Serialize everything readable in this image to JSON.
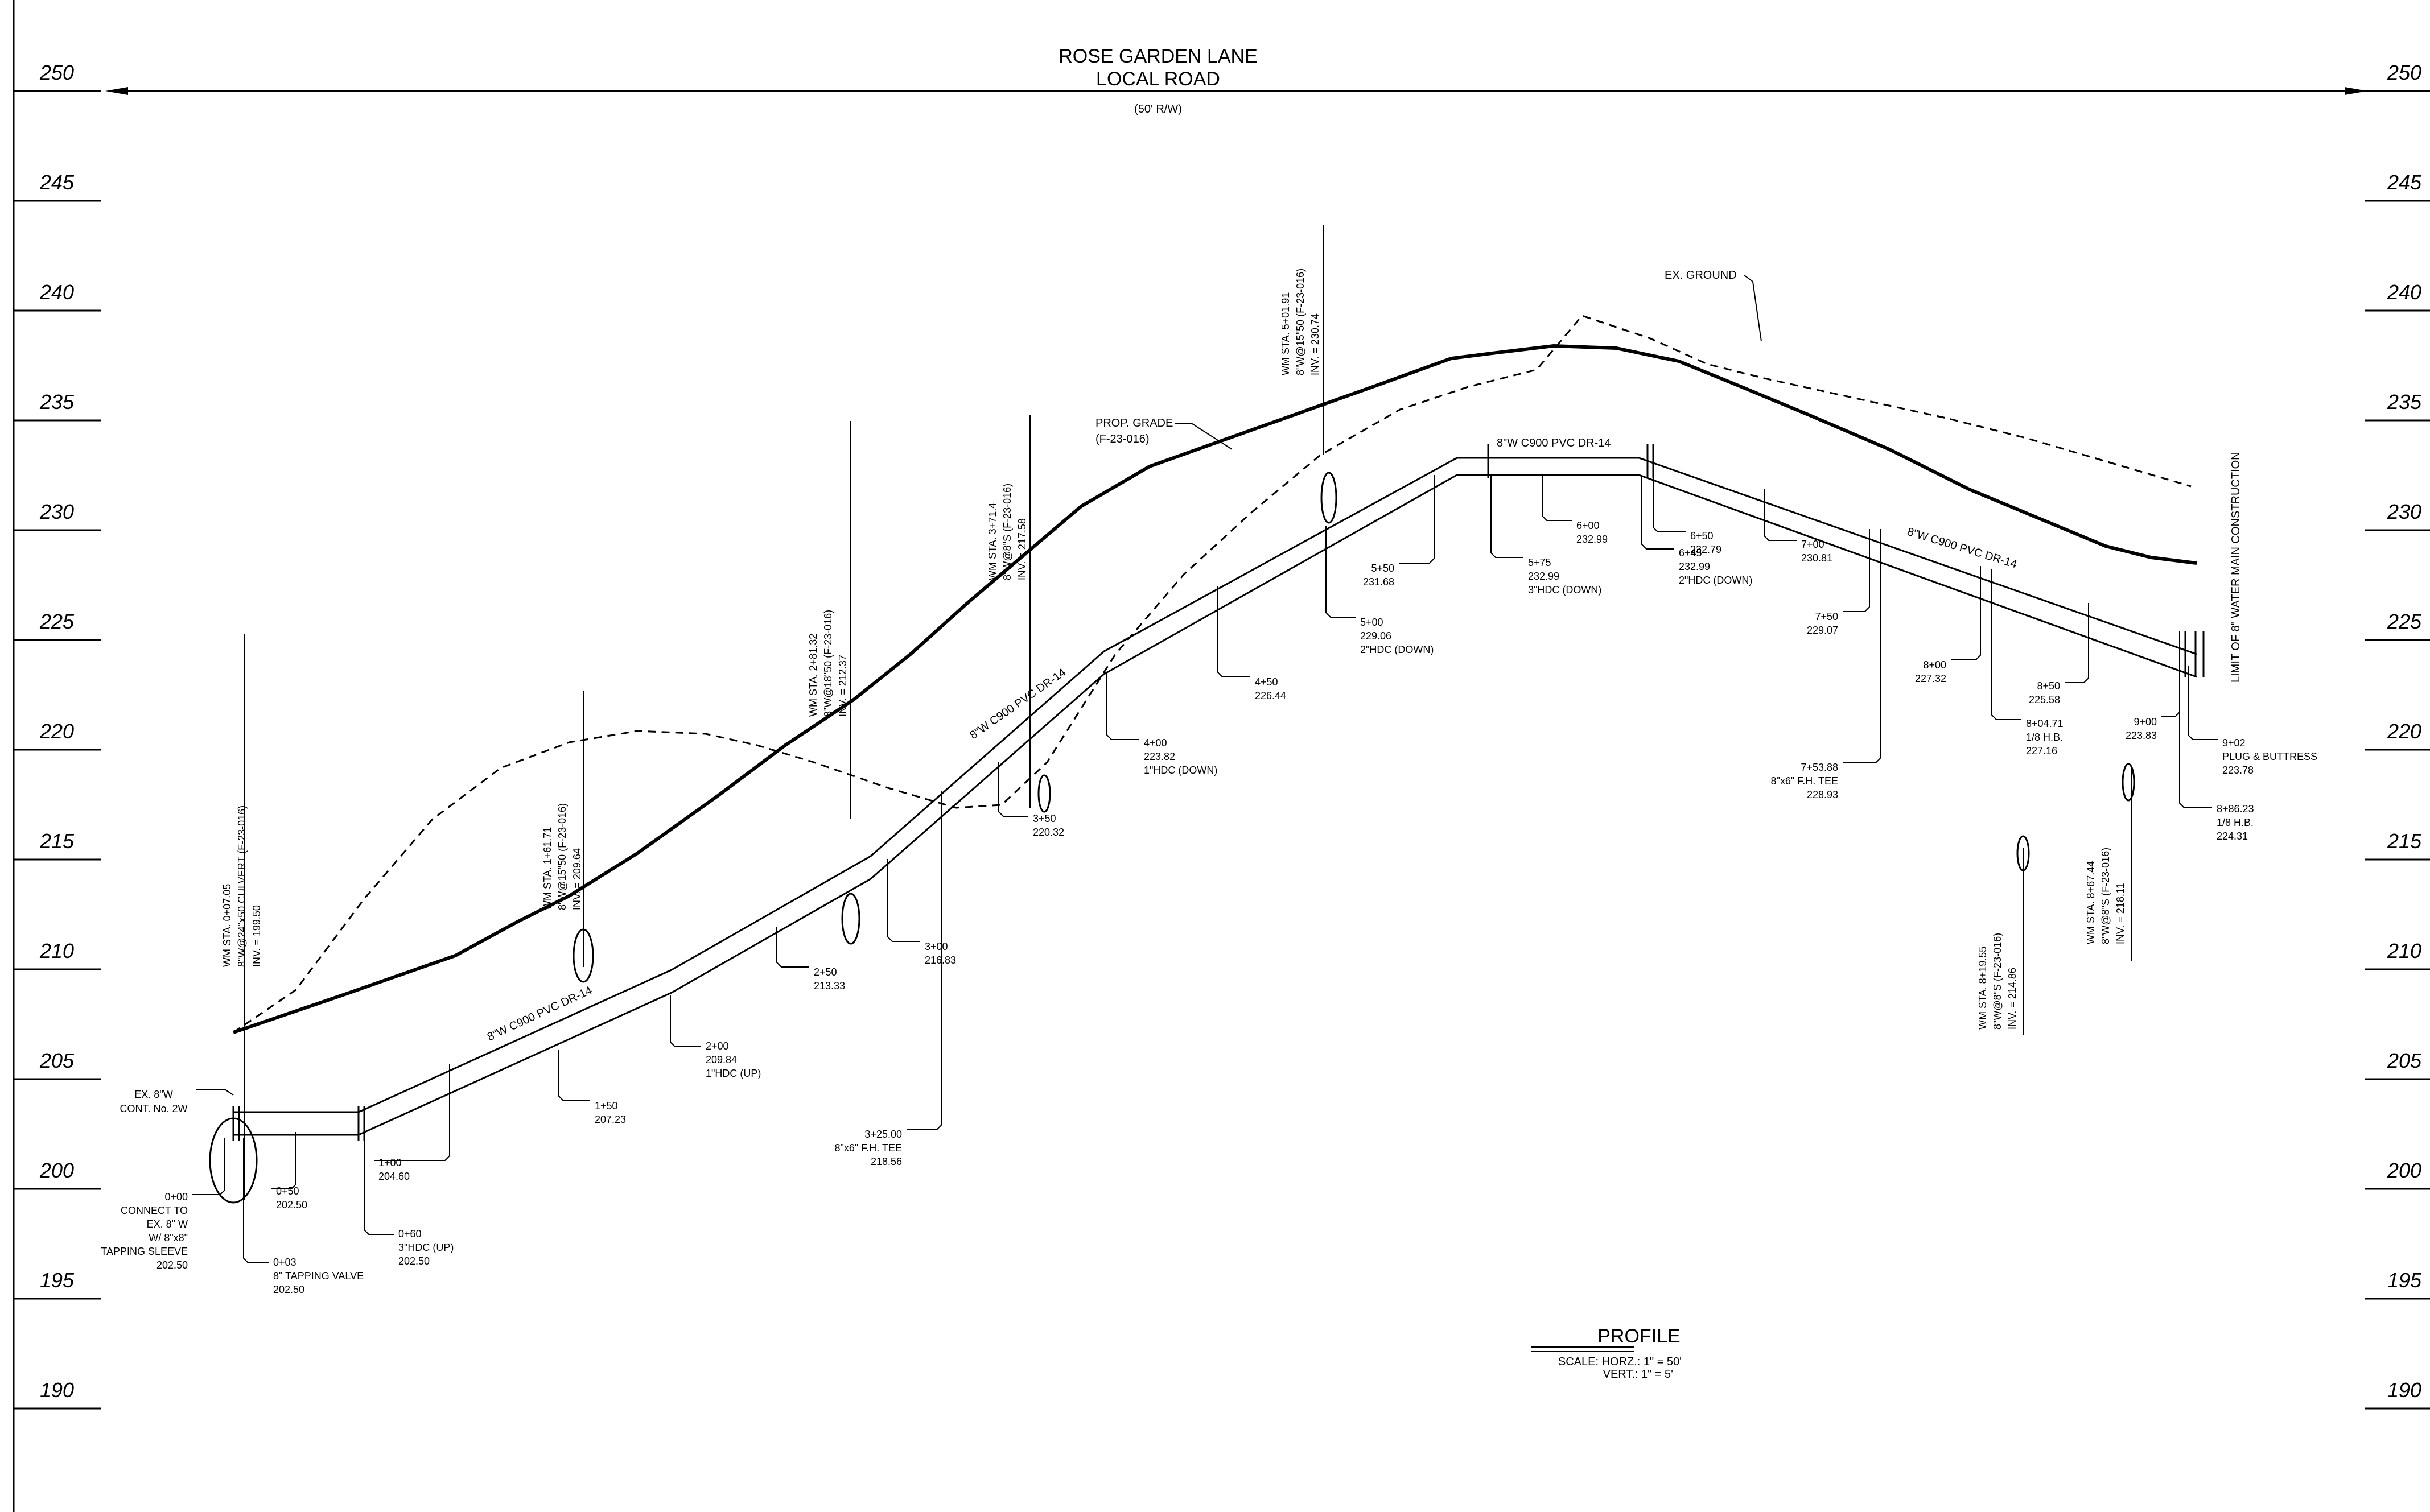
{
  "title": {
    "line1": "ROSE GARDEN LANE",
    "line2": "LOCAL ROAD",
    "row": "(50' R/W)"
  },
  "profile": {
    "title": "PROFILE",
    "scale_h": "SCALE: HORZ.: 1\" = 50'",
    "scale_v": "VERT.: 1\" = 5'"
  },
  "elevations": [
    "250",
    "245",
    "240",
    "235",
    "230",
    "225",
    "220",
    "215",
    "210",
    "205",
    "200",
    "195",
    "190"
  ],
  "stations": [
    {
      "id": "s0",
      "lines": [
        "0+00",
        "CONNECT TO",
        "EX. 8\" W",
        "W/ 8\"x8\"",
        "TAPPING SLEEVE",
        "202.50"
      ]
    },
    {
      "id": "s1",
      "lines": [
        "0+03",
        "8\" TAPPING VALVE",
        "202.50"
      ]
    },
    {
      "id": "s2",
      "lines": [
        "0+50",
        "202.50"
      ]
    },
    {
      "id": "s3",
      "lines": [
        "0+60",
        "3\"HDC (UP)",
        "202.50"
      ]
    },
    {
      "id": "s4",
      "lines": [
        "1+00",
        "204.60"
      ]
    },
    {
      "id": "s5",
      "lines": [
        "1+50",
        "207.23"
      ]
    },
    {
      "id": "s6",
      "lines": [
        "2+00",
        "209.84",
        "1\"HDC (UP)"
      ]
    },
    {
      "id": "s7",
      "lines": [
        "2+50",
        "213.33"
      ]
    },
    {
      "id": "s8",
      "lines": [
        "3+00",
        "216.83"
      ]
    },
    {
      "id": "s9",
      "lines": [
        "3+25.00",
        "8\"x6\" F.H. TEE",
        "218.56"
      ]
    },
    {
      "id": "s10",
      "lines": [
        "3+50",
        "220.32"
      ]
    },
    {
      "id": "s11",
      "lines": [
        "4+00",
        "223.82",
        "1\"HDC (DOWN)"
      ]
    },
    {
      "id": "s12",
      "lines": [
        "4+50",
        "226.44"
      ]
    },
    {
      "id": "s13",
      "lines": [
        "5+00",
        "229.06",
        "2\"HDC (DOWN)"
      ]
    },
    {
      "id": "s14",
      "lines": [
        "5+50",
        "231.68"
      ]
    },
    {
      "id": "s15",
      "lines": [
        "5+75",
        "232.99",
        "3\"HDC (DOWN)"
      ]
    },
    {
      "id": "s16",
      "lines": [
        "6+00",
        "232.99"
      ]
    },
    {
      "id": "s17",
      "lines": [
        "6+45",
        "232.99",
        "2\"HDC (DOWN)"
      ]
    },
    {
      "id": "s18",
      "lines": [
        "6+50",
        "232.79"
      ]
    },
    {
      "id": "s19",
      "lines": [
        "7+00",
        "230.81"
      ]
    },
    {
      "id": "s20",
      "lines": [
        "7+50",
        "229.07"
      ]
    },
    {
      "id": "s21",
      "lines": [
        "7+53.88",
        "8\"x6\" F.H. TEE",
        "228.93"
      ]
    },
    {
      "id": "s22",
      "lines": [
        "8+00",
        "227.32"
      ]
    },
    {
      "id": "s23",
      "lines": [
        "8+04.71",
        "1/8 H.B.",
        "227.16"
      ]
    },
    {
      "id": "s24",
      "lines": [
        "8+50",
        "225.58"
      ]
    },
    {
      "id": "s25",
      "lines": [
        "9+00",
        "223.83"
      ]
    },
    {
      "id": "s26",
      "lines": [
        "9+02",
        "PLUG & BUTTRESS",
        "223.78"
      ]
    },
    {
      "id": "s27",
      "lines": [
        "8+86.23",
        "1/8 H.B.",
        "224.31"
      ]
    }
  ],
  "culverts": [
    {
      "id": "c1",
      "lines": [
        "WM STA. 0+07.05",
        "8\"W@24\"x50 CULVERT (F-23-016)",
        "INV. = 199.50"
      ]
    },
    {
      "id": "c2",
      "lines": [
        "WM STA. 1+61.71",
        "8\"W@15\"50 (F-23-016)",
        "INV. = 209.64"
      ]
    },
    {
      "id": "c3",
      "lines": [
        "WM STA. 2+81.32",
        "8\"W@18\"50 (F-23-016)",
        "INV. = 212.37"
      ]
    },
    {
      "id": "c4",
      "lines": [
        "WM STA. 3+71.4",
        "8\"W@8\"S (F-23-016)",
        "INV. = 217.58"
      ]
    },
    {
      "id": "c5",
      "lines": [
        "WM STA. 5+01.91",
        "8\"W@15\"50 (F-23-016)",
        "INV. = 230.74"
      ]
    },
    {
      "id": "c6",
      "lines": [
        "WM STA. 8+19.55",
        "8\"W@8\"S (F-23-016)",
        "INV. = 214.86"
      ]
    },
    {
      "id": "c7",
      "lines": [
        "WM STA. 8+67.44",
        "8\"W@8\"S (F-23-016)",
        "INV. = 218.11"
      ]
    }
  ],
  "pipe_labels": [
    "8\"W  C900  PVC  DR-14",
    "8\"W  C900  PVC  DR-14",
    "8\"W  C900  PVC DR-14",
    "8\"W  C900  PVC  DR-14"
  ],
  "misc": {
    "ex_ground": "EX. GROUND",
    "prop_grade": [
      "PROP. GRADE",
      "(F-23-016)"
    ],
    "ex_main": [
      "EX. 8\"W",
      "CONT. No. 2W"
    ],
    "limit": "LIMIT OF 8\" WATER MAIN CONSTRUCTION"
  }
}
